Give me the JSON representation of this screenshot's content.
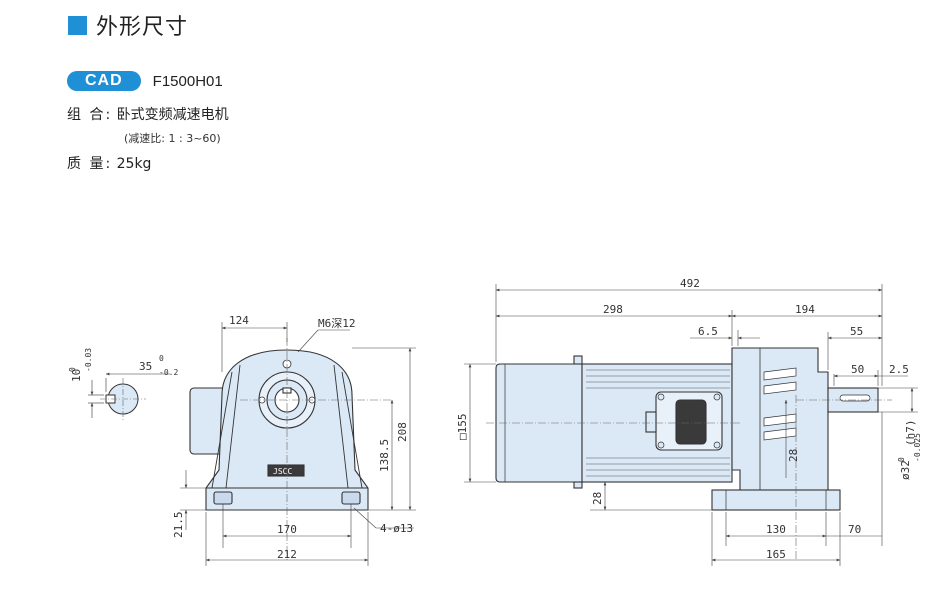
{
  "heading": {
    "title": "外形尺寸"
  },
  "cad": {
    "badge": "CAD",
    "model": "F1500H01"
  },
  "specs": {
    "combo_label": "组 合:",
    "combo_value": "卧式变频减速电机",
    "ratio_note": "(减速比: 1 : 3~60)",
    "mass_label": "质 量:",
    "mass_value": "25kg"
  },
  "brand": "JSCC",
  "colors": {
    "accent": "#1f8fd6",
    "part_fill": "#dbe8f6",
    "line": "#333333",
    "dim": "#555555"
  },
  "dims": {
    "shaft_key_height": "10",
    "shaft_key_height_tol_upper": "0",
    "shaft_key_height_tol_lower": "-0.03",
    "shaft_key_depth": "35",
    "shaft_key_depth_tol_upper": "0",
    "shaft_key_depth_tol_lower": "-0.2",
    "front_width_top": "124",
    "front_thread": "M6深12",
    "front_height_total": "208",
    "front_center_height": "138.5",
    "front_base_thickness": "21.5",
    "front_hole_span": "170",
    "front_base_width": "212",
    "front_holes": "4-ø13",
    "side_total_length": "492",
    "side_motor_length": "298",
    "side_gear_length": "194",
    "side_offset": "6.5",
    "side_shaft_total": "55",
    "side_shaft_length": "50",
    "side_shaft_step": "2.5",
    "side_motor_diameter": "□155",
    "side_center_offset": "28",
    "side_base_step": "28",
    "side_hole_span": "130",
    "side_base_length": "165",
    "side_base_overhang": "70",
    "shaft_diameter": "ø32",
    "shaft_diameter_tol_upper": "0",
    "shaft_diameter_tol_lower": "-0.025",
    "shaft_fit": "(h7)"
  }
}
